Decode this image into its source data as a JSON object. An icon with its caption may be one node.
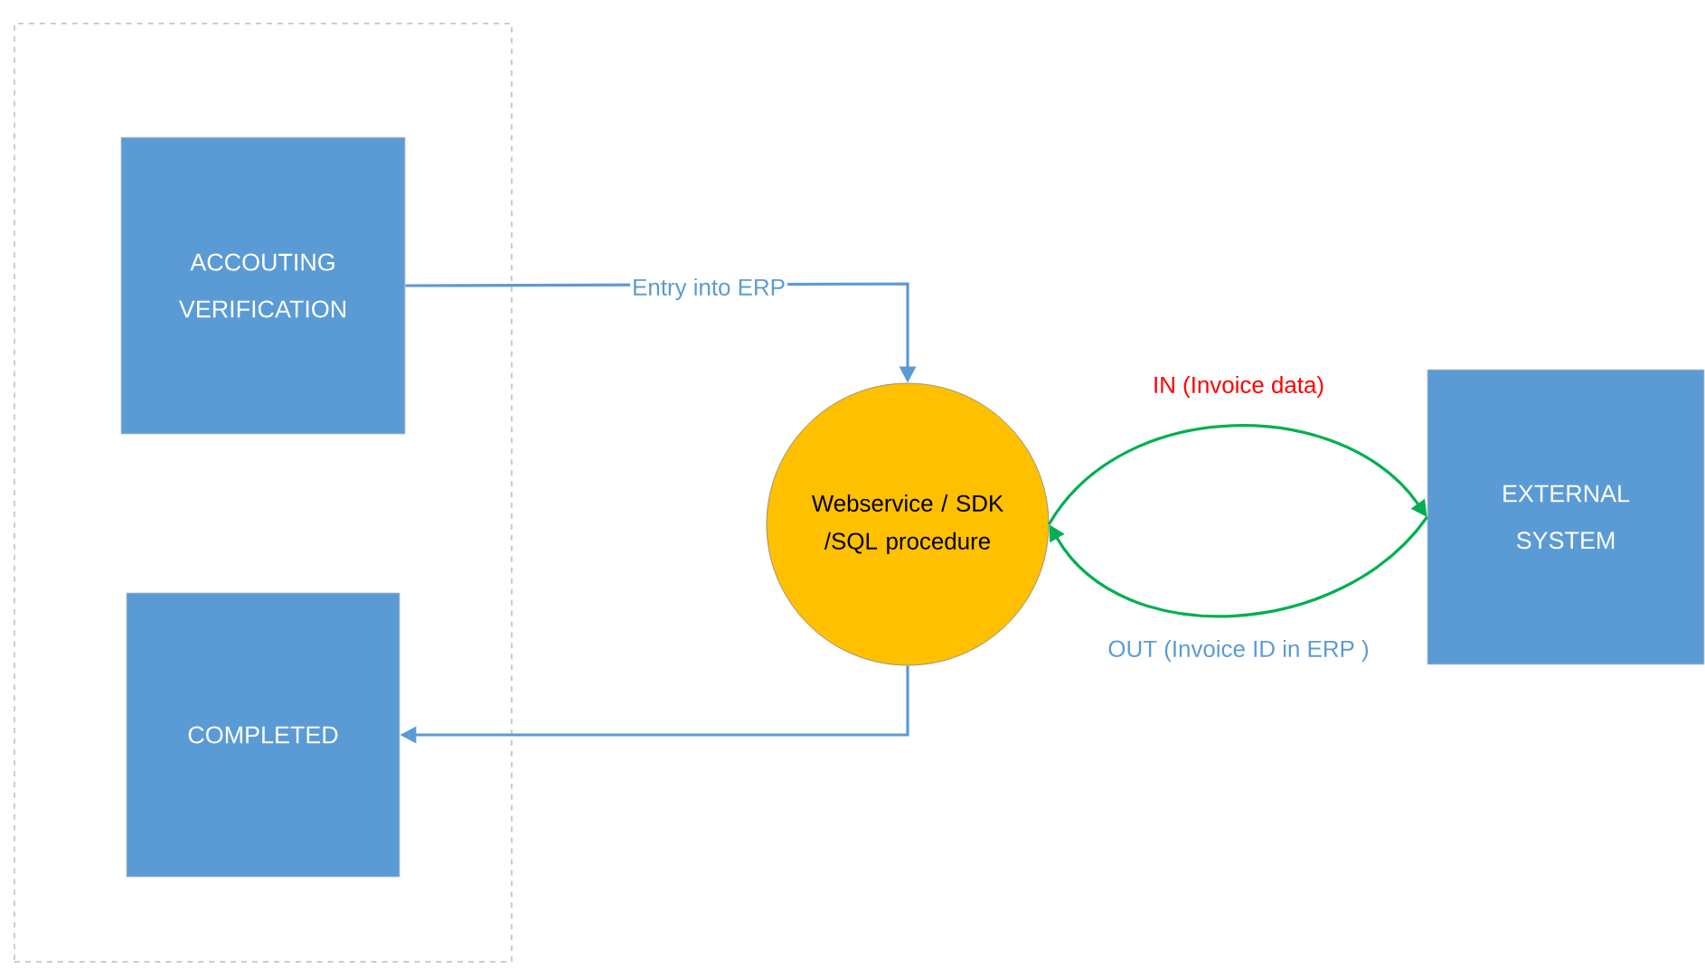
{
  "diagram": {
    "nodes": [
      {
        "text": [],
        "shape": "box"
      },
      {
        "text": [
          "ACCOUTING VERIFICATION"
        ],
        "in": 0
      },
      {
        "text": [
          "COMPLETED"
        ],
        "in": 0
      },
      {
        "text": [
          "Webservice / SDK /SQL procedure"
        ]
      },
      {
        "text": [
          "EXTERNAL SYSTEM"
        ]
      }
    ],
    "edges": [
      {
        "from": 1,
        "to": 3,
        "arrow": "to",
        "label": "Entry into ERP",
        "color": "#5b9bd5"
      },
      {
        "from": 3,
        "to": 2,
        "arrow": "to",
        "color": "#5b9bd5"
      },
      {
        "from": 3,
        "to": 4,
        "arrow": "to",
        "label": "IN (Invoice data)",
        "color": "#00b050"
      },
      {
        "from": 4,
        "to": 3,
        "arrow": "to",
        "label": "OUT (Invoice ID in ERP )",
        "color": "#00b050"
      }
    ]
  }
}
